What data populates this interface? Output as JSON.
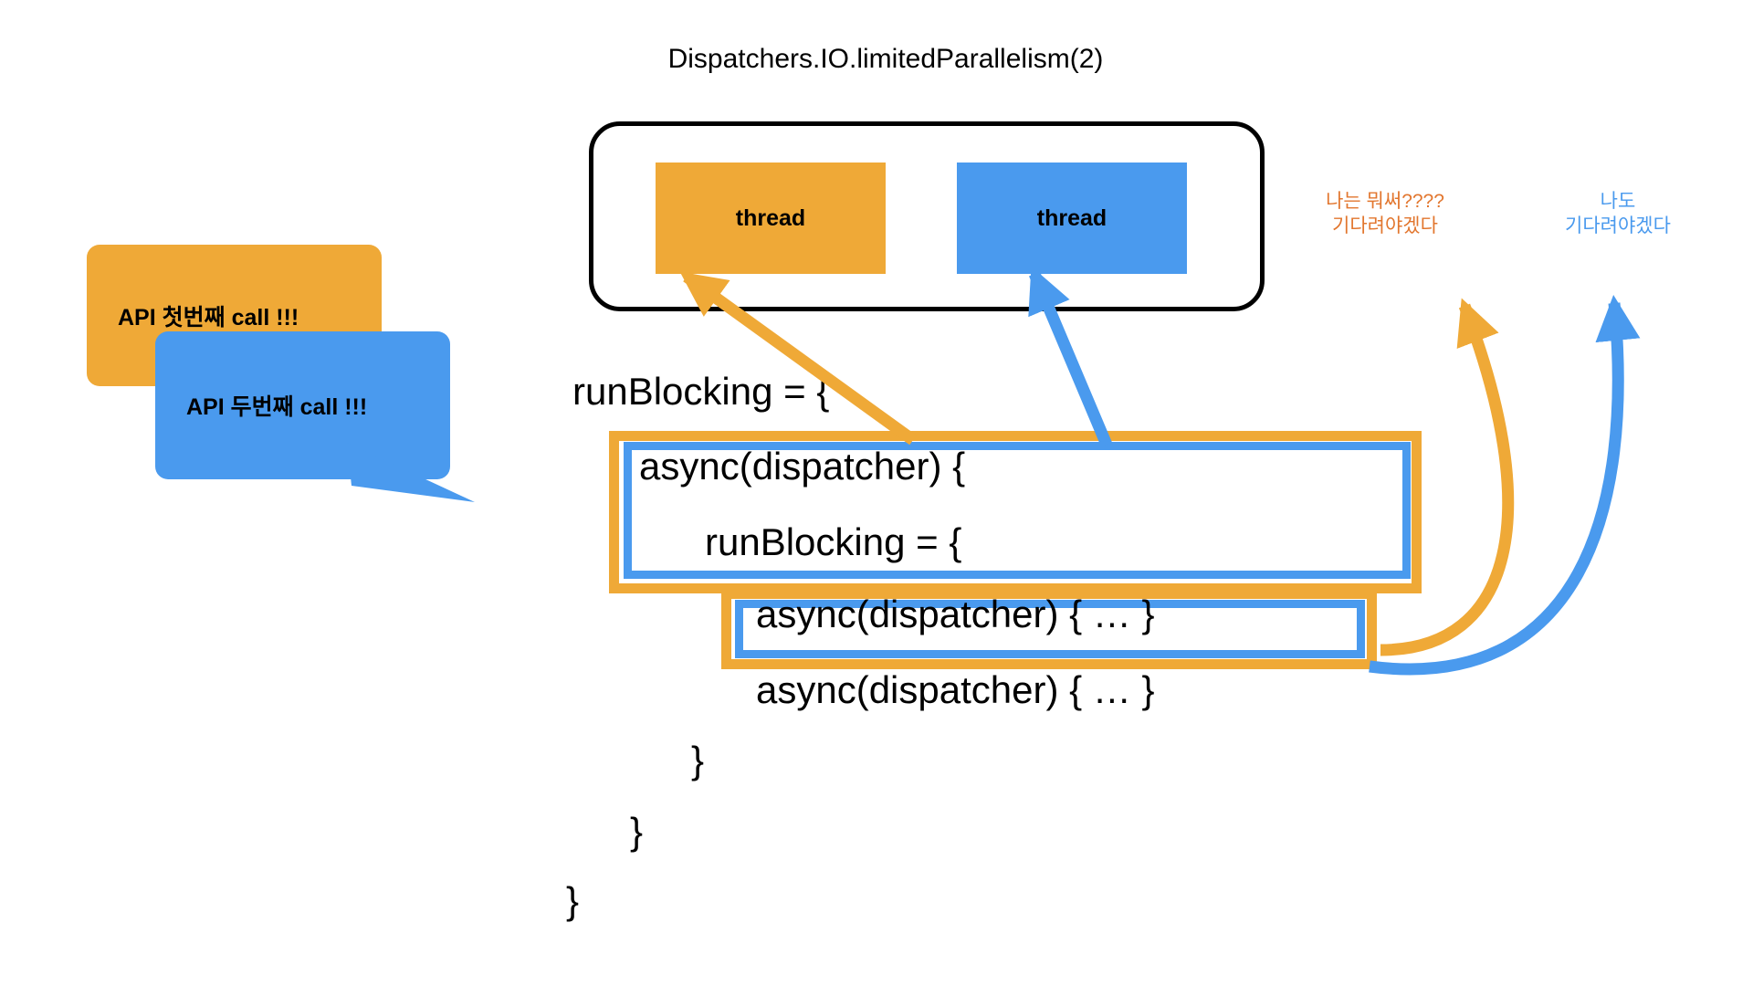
{
  "diagram": {
    "title": "Dispatchers.IO.limitedParallelism(2)",
    "pool": {
      "label": "Dispatchers.IO.limitedParallelism(2)",
      "threads": [
        {
          "label": "thread",
          "color": "#EFA937"
        },
        {
          "label": "thread",
          "color": "#4A9AEE"
        }
      ]
    },
    "bubbles": [
      {
        "text": "API 첫번째 call !!!",
        "color": "#EFA937"
      },
      {
        "text": "API 두번째 call !!!",
        "color": "#4A9AEE"
      }
    ],
    "code": {
      "lines": [
        "runBlocking = {",
        "async(dispatcher) {",
        "runBlocking = {",
        "async(dispatcher) { … }",
        "async(dispatcher) { … }",
        "}",
        "}",
        "}"
      ]
    },
    "notes": [
      {
        "text": "나는 뭐써????\n기다려야겠다",
        "color": "#E2762E"
      },
      {
        "text": "나도\n기다려야겠다",
        "color": "#4A9AEE"
      }
    ],
    "colors": {
      "orange": "#EFA937",
      "orange_text": "#E2762E",
      "blue": "#4A9AEE",
      "outline": "#000000",
      "background": "#FFFFFF"
    }
  }
}
